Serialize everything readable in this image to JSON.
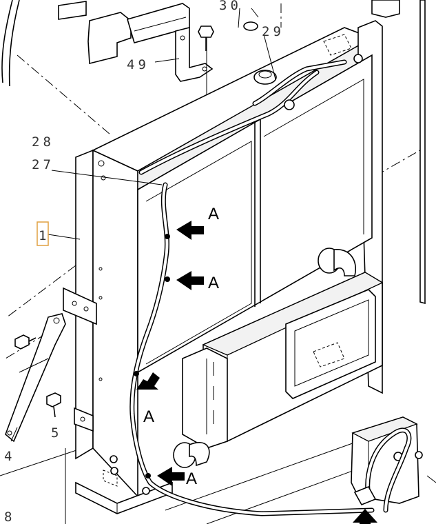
{
  "callouts": {
    "part_1": "1",
    "part_4": "4",
    "part_5": "5",
    "part_8": "8",
    "part_27": "27",
    "part_28": "28",
    "part_29": "29",
    "part_30": "30",
    "part_49": "49"
  },
  "view_markers": {
    "a1": "A",
    "a2": "A",
    "a3": "A",
    "a4": "A"
  },
  "colors": {
    "highlight_box": "#e0a040",
    "line": "#000000"
  }
}
